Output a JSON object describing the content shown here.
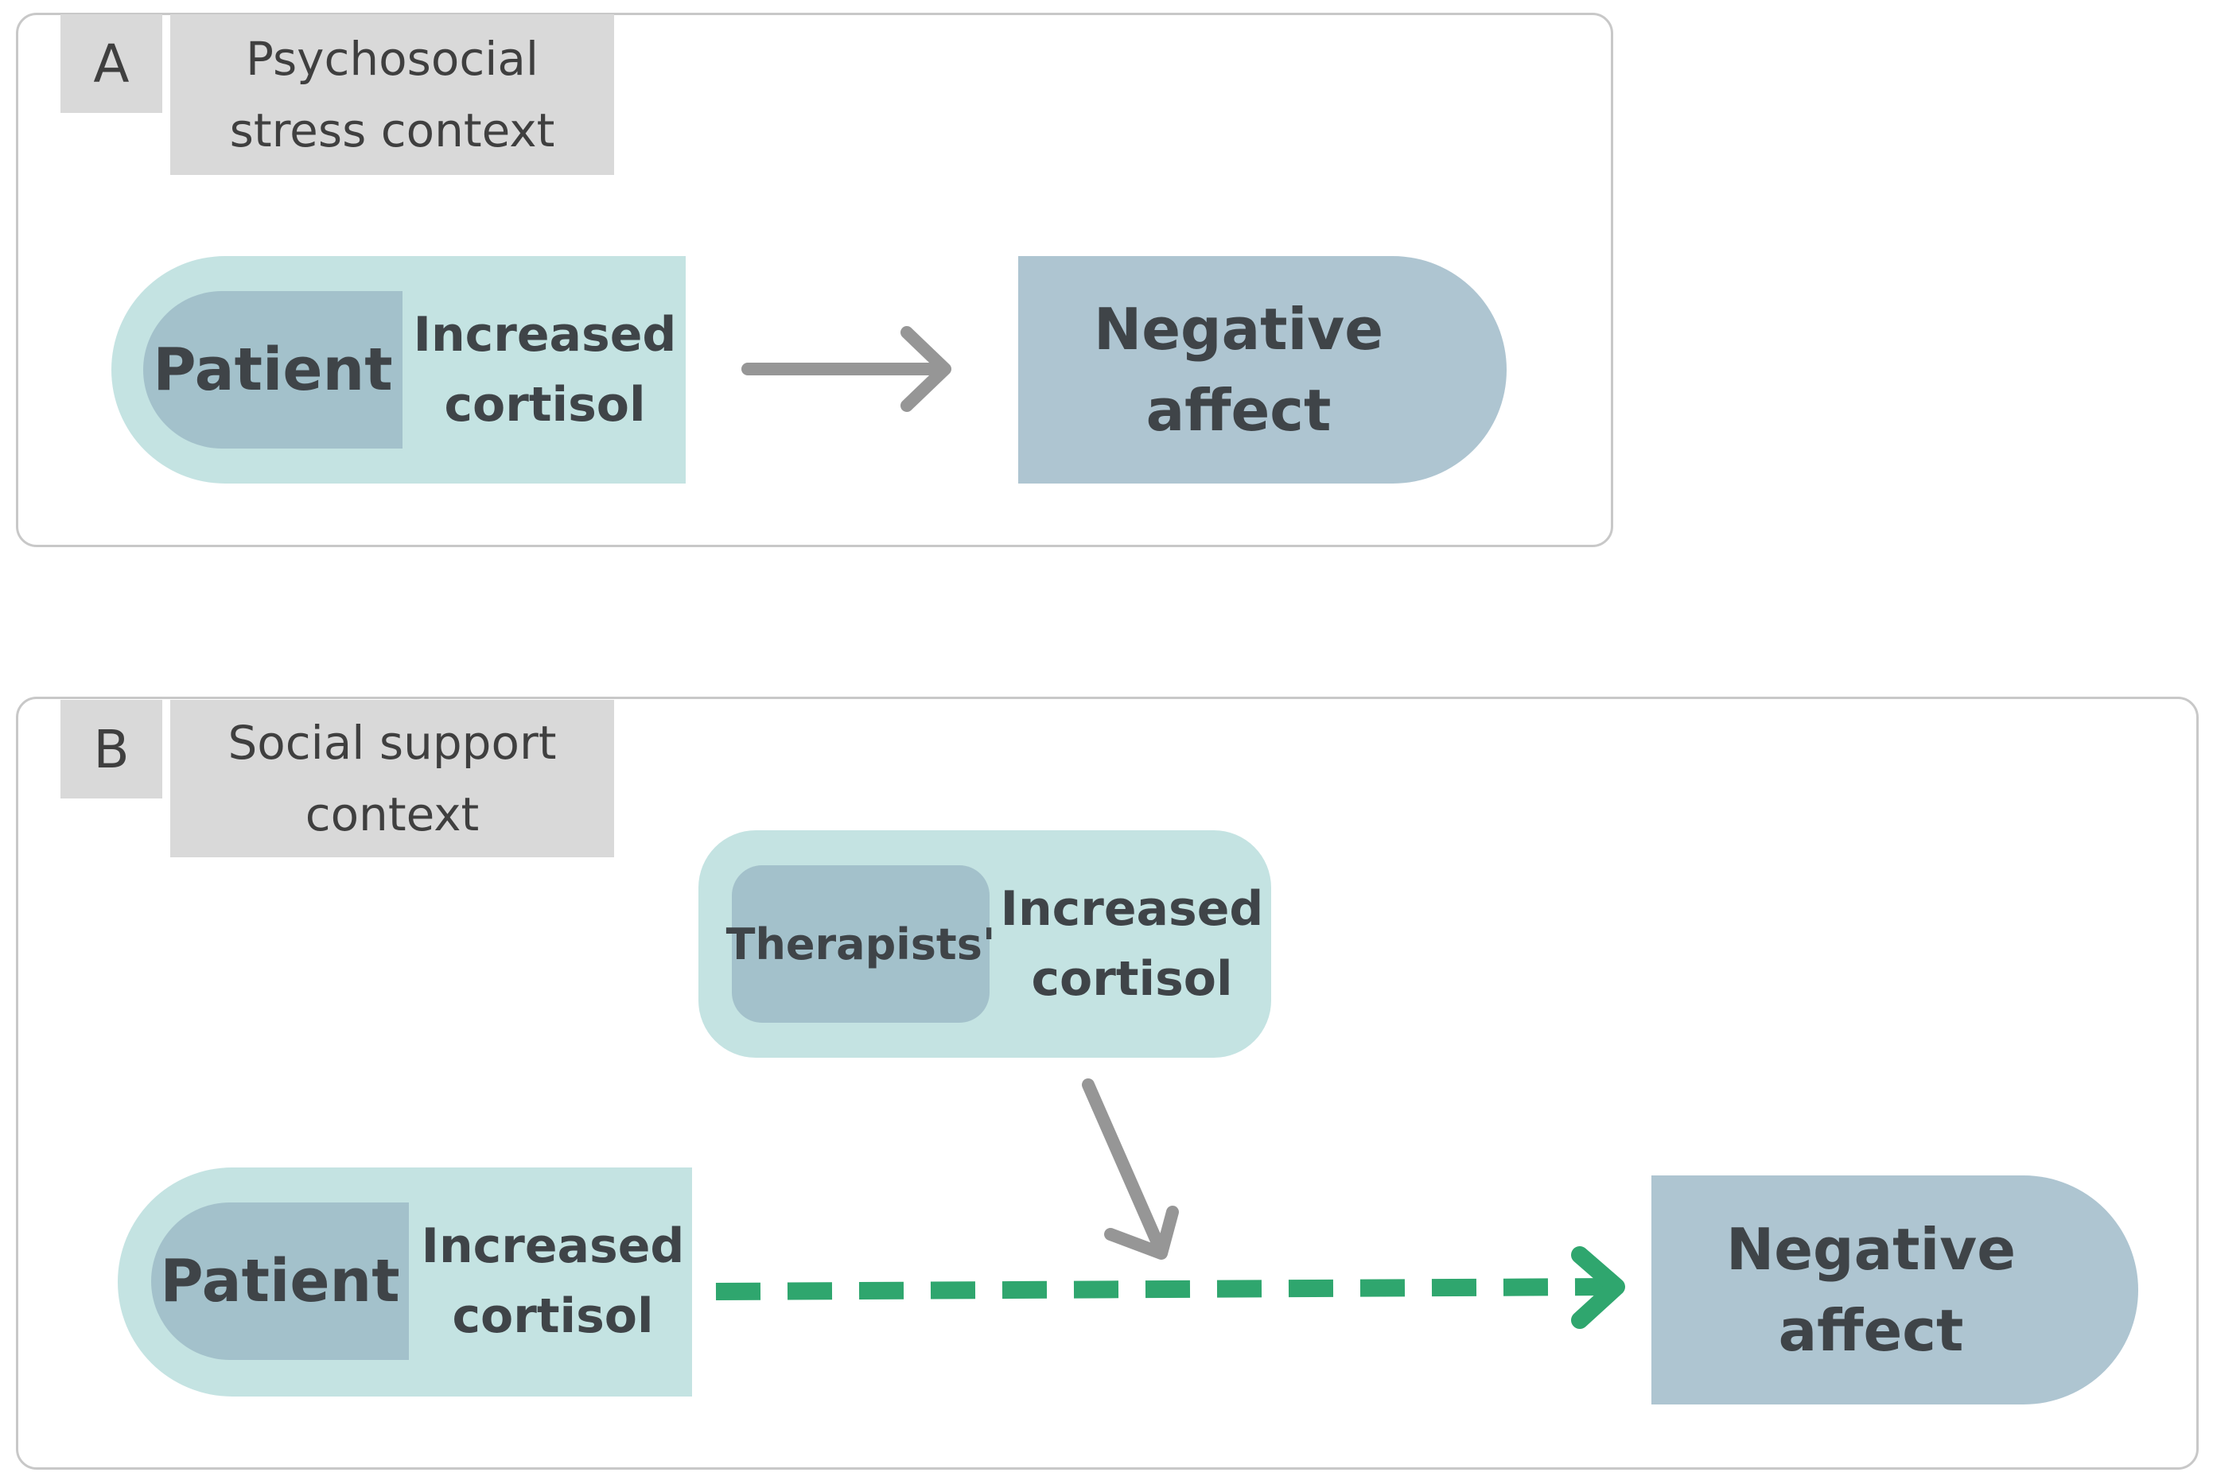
{
  "panel_a": {
    "letter": "A",
    "context": "Psychosocial\nstress context",
    "patient_label": "Patient",
    "cortisol_label": "Increased\ncortisol",
    "outcome_label": "Negative\naffect"
  },
  "panel_b": {
    "letter": "B",
    "context": "Social support\ncontext",
    "therapist_label": "Therapists'",
    "therapist_cortisol_label": "Increased\ncortisol",
    "patient_label": "Patient",
    "cortisol_label": "Increased\ncortisol",
    "outcome_label": "Negative\naffect"
  },
  "colors": {
    "pill_light": "#c4e3e2",
    "pill_dark": "#a3c1cb",
    "outcome": "#aec5d1",
    "context_gray": "#d9d9d9",
    "arrow_gray": "#969696",
    "arrow_green": "#2fa66e"
  }
}
